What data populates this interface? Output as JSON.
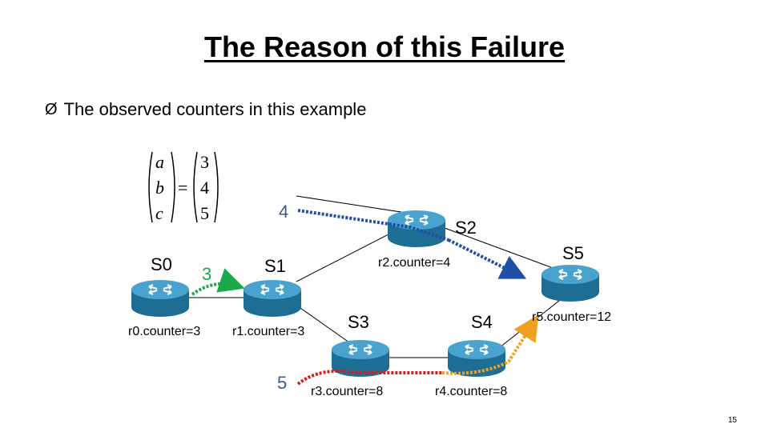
{
  "slide": {
    "title": "The Reason of this Failure",
    "bullet_glyph": "Ø",
    "bullet_text": "The observed counters in this example",
    "page_number": "15"
  },
  "matrix": {
    "left": [
      "a",
      "b",
      "c"
    ],
    "equals": "=",
    "right": [
      "3",
      "4",
      "5"
    ]
  },
  "switches": {
    "s0": "S0",
    "s1": "S1",
    "s2": "S2",
    "s3": "S3",
    "s4": "S4",
    "s5": "S5"
  },
  "counters": {
    "r0": "r0.counter=3",
    "r1": "r1.counter=3",
    "r2": "r2.counter=4",
    "r3": "r3.counter=8",
    "r4": "r4.counter=8",
    "r5": "r5.counter=12"
  },
  "flows": {
    "green": "3",
    "blue": "4",
    "orange": "5"
  },
  "colors": {
    "green_flow": "#1aa84a",
    "blue_flow": "#1f4fa8",
    "red_flow": "#d02020",
    "orange_flow": "#f0a020",
    "router_top": "#4aa3cf",
    "router_side": "#1e6d95",
    "flow_label": "#3a5a8a"
  }
}
